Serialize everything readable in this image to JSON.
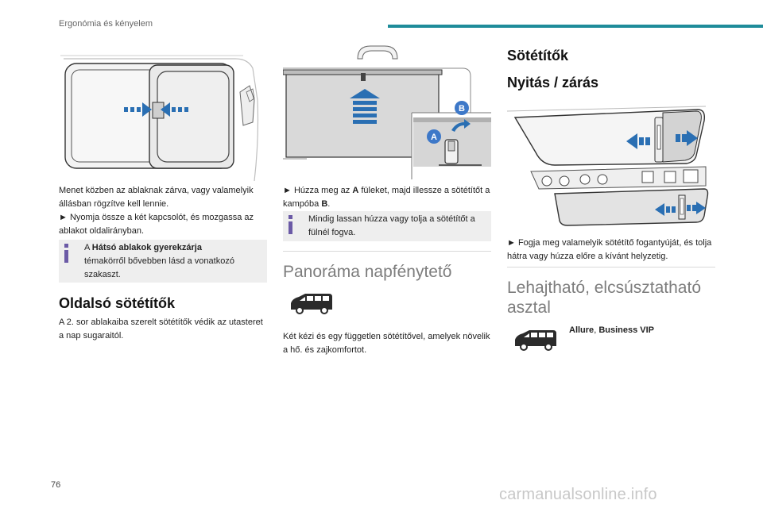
{
  "header": {
    "title": "Ergonómia és kényelem",
    "accent_color": "#1e8c9a"
  },
  "page_number": "76",
  "watermark": "carmanualsonline.info",
  "col1": {
    "intro_text_1": "Menet közben az ablaknak zárva, vagy valamelyik állásban rögzítve kell lennie.",
    "bullet_1": "► Nyomja össze a két kapcsolót, és mozgassa az ablakot oldalirányban.",
    "note": {
      "prefix": "A",
      "bold": "Hátsó ablakok gyerekzárja",
      "text": "témakörről bővebben lásd a vonatkozó szakaszt."
    },
    "heading": "Oldalsó sötétítők",
    "body": "A 2. sor ablakaiba szerelt sötétítők védik az utasteret a nap sugaraitól."
  },
  "col2": {
    "label_a": "A",
    "label_b": "B",
    "bullet_pre": "► Húzza meg az",
    "bullet_a": "A",
    "bullet_mid": "füleket, majd illessze a sötétítőt a kampóba",
    "bullet_b": "B",
    "bullet_end": ".",
    "note": "Mindig lassan húzza vagy tolja a sötétítőt a fülnél fogva.",
    "heading": "Panoráma napfénytető",
    "body": "Két kézi és egy független sötétítővel, amelyek növelik a hő. és zajkomfortot."
  },
  "col3": {
    "heading_1": "Sötétítők",
    "heading_2": "Nyitás / zárás",
    "bullet": "► Fogja meg valamelyik sötétítő fogantyúját, és tolja hátra vagy húzza előre a kívánt helyzetig.",
    "heading_3_line1": "Lehajtható, elcsúsztatható",
    "heading_3_line2": "asztal",
    "versions_1": "Allure",
    "versions_sep": ", ",
    "versions_2": "Business VIP"
  },
  "colors": {
    "arrow_blue": "#2a6fb3",
    "label_blue": "#3d78c8",
    "note_bg": "#eeeeee",
    "info_icon": "#6b5aa6"
  }
}
